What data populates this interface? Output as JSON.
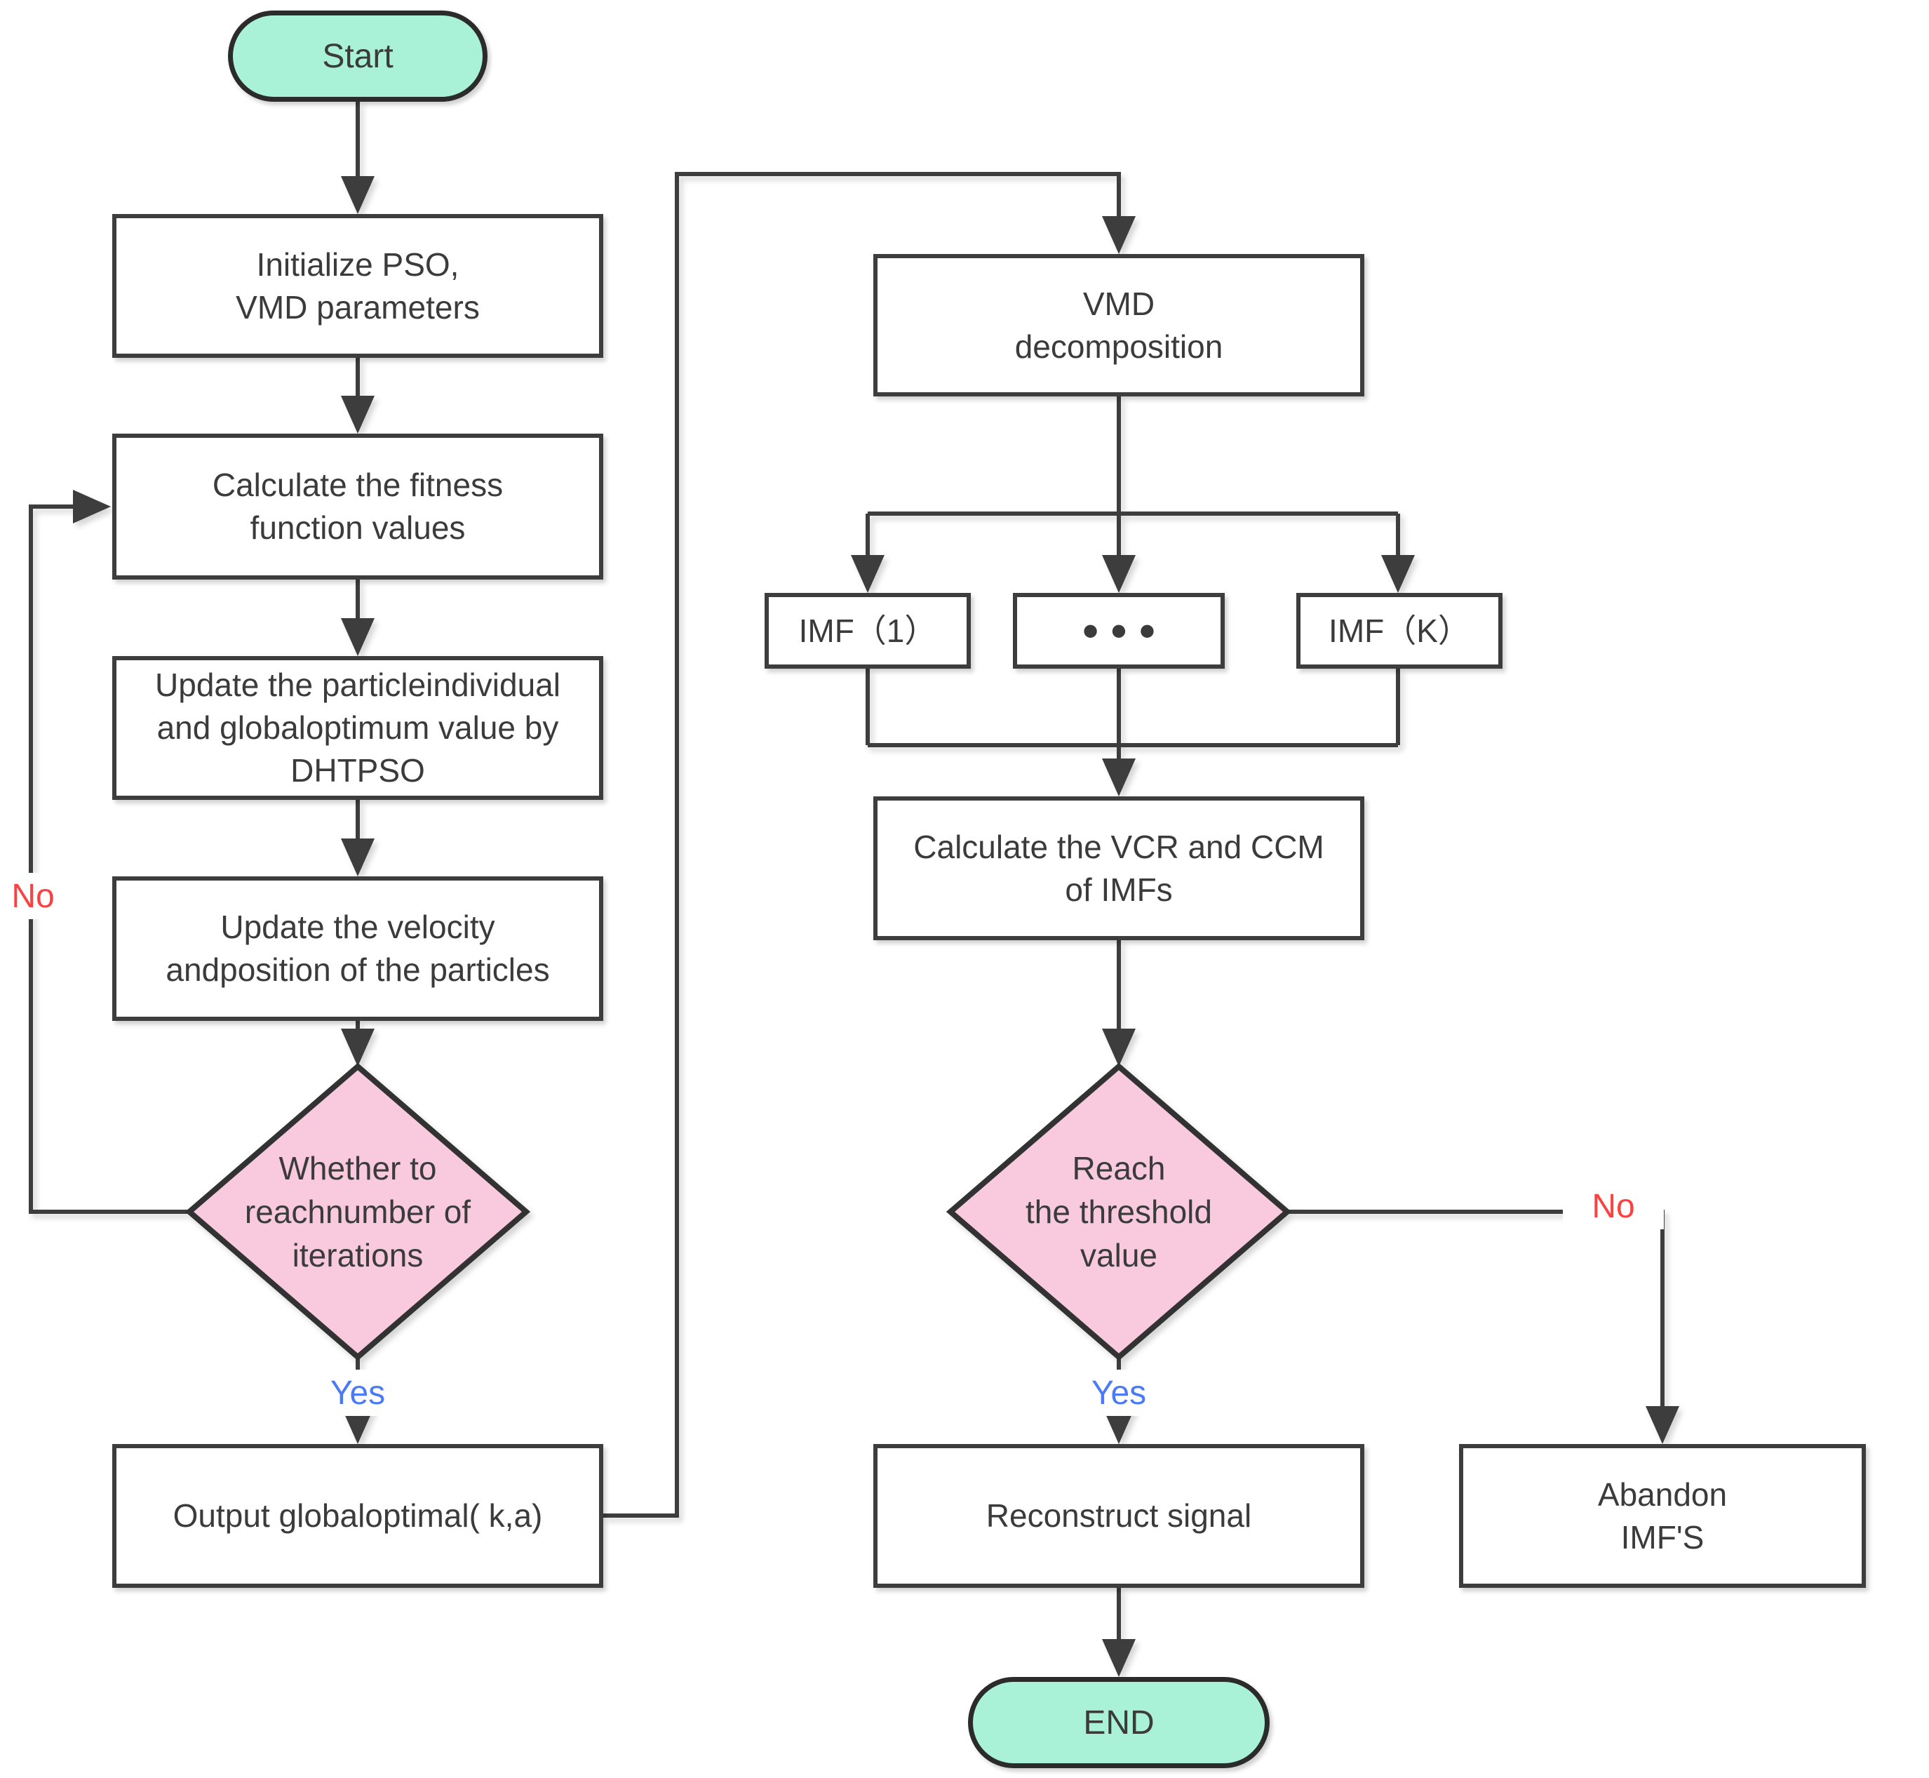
{
  "colors": {
    "mint": "#a9f2d8",
    "pink": "#f9cade",
    "line": "#3d3d3d",
    "ink": "#3b3b3b",
    "pillborder": "#2b2b2b",
    "yes": "#4a7af5",
    "no": "#fb4242"
  },
  "nodes": {
    "start": "Start",
    "init": "Initialize PSO,\nVMD parameters",
    "fitness": "Calculate the fitness\nfunction values",
    "update_optimum": "Update the particleindividual\nand globaloptimum value by\nDHTPSO",
    "update_velocity": "Update the velocity\nandposition of the particles",
    "iter_decision": "Whether to\nreachnumber of\niterations",
    "output": "Output globaloptimal( k,a)",
    "vmd": "VMD\ndecomposition",
    "imf1": "IMF（1）",
    "imf_dots": "•••",
    "imfk": "IMF（K）",
    "vcr": "Calculate the VCR and CCM\nof IMFs",
    "threshold_decision": "Reach\nthe threshold\nvalue",
    "reconstruct": "Reconstruct signal",
    "abandon": "Abandon\nIMF'S",
    "end": "END"
  },
  "edge_labels": {
    "iter_yes": "Yes",
    "iter_no": "No",
    "threshold_yes": "Yes",
    "threshold_no": "No"
  }
}
